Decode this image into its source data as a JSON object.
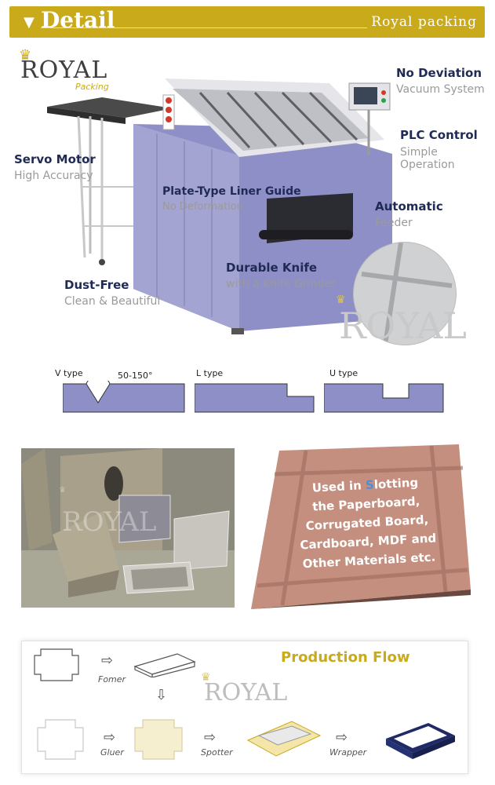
{
  "header": {
    "title": "Detail",
    "subtitle": "Royal packing"
  },
  "logo": {
    "brand": "ROYAL",
    "tagline": "Packing"
  },
  "features": {
    "no_deviation": {
      "title": "No Deviation",
      "sub": "Vacuum System"
    },
    "plc": {
      "title": "PLC Control",
      "sub": "Simple Operation"
    },
    "servo": {
      "title": "Servo Motor",
      "sub": "High Accuracy"
    },
    "liner": {
      "title": "Plate-Type Liner Guide",
      "sub": "No Deformation"
    },
    "automatic": {
      "title": "Automatic",
      "sub": "Feeder"
    },
    "knife": {
      "title": "Durable Knife",
      "sub": "with a Knife Grinder"
    },
    "dust": {
      "title": "Dust-Free",
      "sub": "Clean & Beautiful"
    }
  },
  "watermark": "ROYAL",
  "groove_types": {
    "v": {
      "label": "V type",
      "angle": "50-150°"
    },
    "l": {
      "label": "L type"
    },
    "u": {
      "label": "U type"
    }
  },
  "usage": {
    "prefix": "Used in ",
    "highlight_letter": "S",
    "rest": "lotting",
    "lines": [
      "the Paperboard,",
      "Corrugated Board,",
      "Cardboard, MDF and",
      "Other Materials etc."
    ],
    "highlight_color": "#4a8fd8"
  },
  "flow": {
    "title": "Production Flow",
    "steps": {
      "fomer": "Fomer",
      "gluer": "Gluer",
      "spotter": "Spotter",
      "wrapper": "Wrapper"
    }
  },
  "colors": {
    "accent": "#c9aa1a",
    "machine": "#8e8fc6",
    "navy": "#1f2a55"
  }
}
